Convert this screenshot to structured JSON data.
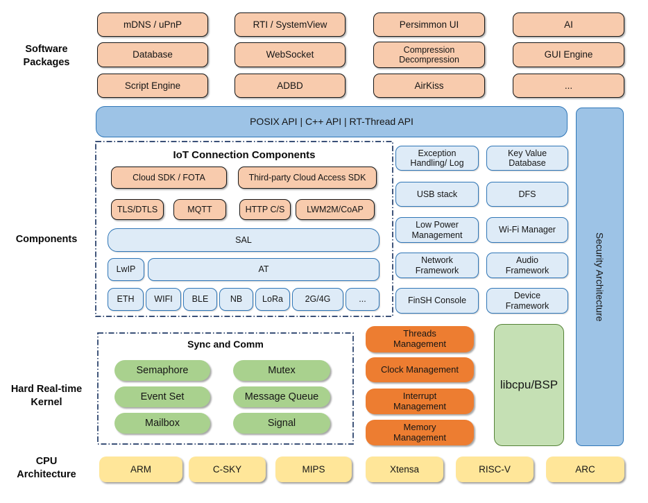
{
  "side_labels": {
    "software_packages": "Software\nPackages",
    "components": "Components",
    "kernel": "Hard Real-time\nKernel",
    "cpu": "CPU\nArchitecture"
  },
  "packages": {
    "items": [
      "mDNS / uPnP",
      "RTI / SystemView",
      "Persimmon UI",
      "AI",
      "Database",
      "WebSocket",
      "Compression\nDecompression",
      "GUI Engine",
      "Script Engine",
      "ADBD",
      "AirKiss",
      "..."
    ]
  },
  "api_bar": {
    "label": "POSIX API | C++ API | RT-Thread API"
  },
  "security_bar": {
    "label": "Security Architecture"
  },
  "iot": {
    "title": "IoT Connection Components",
    "cloud_sdk": "Cloud SDK / FOTA",
    "third_party": "Third-party Cloud Access SDK",
    "protocols": [
      "TLS/DTLS",
      "MQTT",
      "HTTP C/S",
      "LWM2M/CoAP"
    ],
    "sal": "SAL",
    "lwip": "LwIP",
    "at": "AT",
    "links": [
      "ETH",
      "WIFI",
      "BLE",
      "NB",
      "LoRa",
      "2G/4G",
      "..."
    ]
  },
  "services": [
    "Exception\nHandling/ Log",
    "Key Value\nDatabase",
    "USB stack",
    "DFS",
    "Low Power\nManagement",
    "Wi-Fi Manager",
    "Network\nFramework",
    "Audio\nFramework",
    "FinSH Console",
    "Device\nFramework"
  ],
  "kernel": {
    "sync_title": "Sync and Comm",
    "sync_items": [
      "Semaphore",
      "Mutex",
      "Event Set",
      "Message Queue",
      "Mailbox",
      "Signal"
    ],
    "management": [
      "Threads\nManagement",
      "Clock Management",
      "Interrupt\nManagement",
      "Memory\nManagement"
    ],
    "libcpu": "libcpu/BSP"
  },
  "cpu": {
    "items": [
      "ARM",
      "C-SKY",
      "MIPS",
      "Xtensa",
      "RISC-V",
      "ARC"
    ]
  },
  "colors": {
    "package_fill": "#F8CBAD",
    "api_fill": "#9DC3E6",
    "component_fill": "#DEEBF7",
    "component_border": "#2E75B6",
    "kernel_green": "#A9D18E",
    "kernel_orange": "#ED7D31",
    "libcpu_fill": "#C5E0B4",
    "cpu_yellow": "#FFE699",
    "dash_border": "#1F3864"
  }
}
